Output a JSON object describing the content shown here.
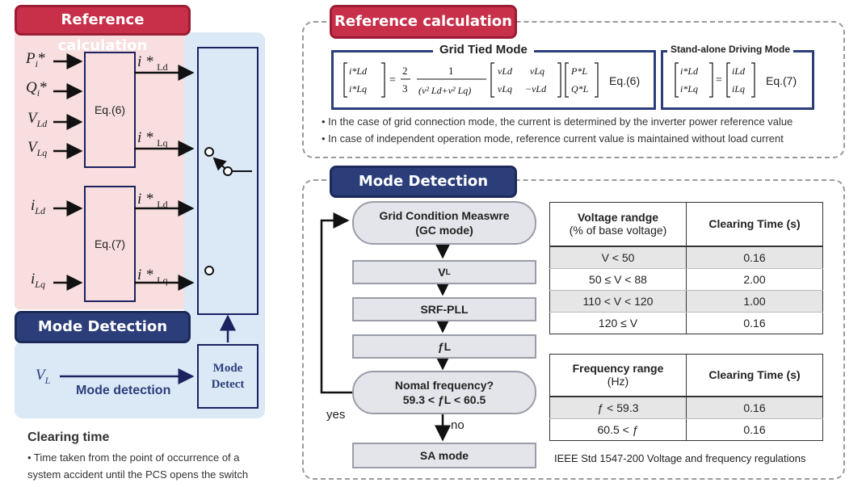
{
  "left": {
    "title": "Reference calculation",
    "eq6_label": "Eq.(6)",
    "eq7_label": "Eq.(7)",
    "in_p": "P",
    "in_p_sub": "i",
    "in_p_star": "*",
    "in_q": "Q",
    "in_q_sub": "i",
    "in_q_star": "*",
    "in_vld": "V",
    "in_vld_sub": "Ld",
    "in_vlq": "V",
    "in_vlq_sub": "Lq",
    "in_ild": "i",
    "in_ild_sub": "Ld",
    "in_ilq": "i",
    "in_ilq_sub": "Lq",
    "out1": "i * ",
    "out1_sub": "Ld",
    "out2": "i * ",
    "out2_sub": "Lq",
    "out3": "i * ",
    "out3_sub": "Ld",
    "out4": "i * ",
    "out4_sub": "Lq",
    "mode_title": "Mode Detection",
    "vl": "V",
    "vl_sub": "L",
    "mode_detection_text": "Mode detection",
    "mode_detect_box": "Mode\nDetect",
    "mode_line1": "Mode",
    "mode_line2": "Detect"
  },
  "clearing": {
    "title": "Clearing time",
    "text_line1": "• Time taken from the point of occurrence of a",
    "text_line2": "system accident until the PCS opens the switch"
  },
  "right_top": {
    "title": "Reference calculation",
    "grid_tied_label": "Grid Tied Mode",
    "standalone_label": "Stand-alone Driving Mode",
    "eq6": "Eq.(6)",
    "eq7": "Eq.(7)",
    "bullet1": "• In the case of grid connection mode, the current is determined by the inverter power reference value",
    "bullet2": "• In case of independent operation mode, reference current value is maintained without load current"
  },
  "right_bottom": {
    "title": "Mode Detection",
    "flow": {
      "gc_line1": "Grid Condition Measwre",
      "gc_line2": "(GC mode)",
      "vl": "V",
      "vl_sub": "L",
      "pll": "SRF-PLL",
      "fl": "ƒ",
      "fl_sub": "L",
      "nf_line1": "Nomal frequency?",
      "nf_line2": "59.3 < ƒL < 60.5",
      "yes": "yes",
      "no": "no",
      "sa": "SA mode"
    },
    "voltage_table": {
      "h1_line1": "Voltage randge",
      "h1_line2": "(% of base voltage)",
      "h2": "Clearing Time (s)",
      "rows": [
        [
          "V < 50",
          "0.16"
        ],
        [
          "50 ≤ V < 88",
          "2.00"
        ],
        [
          "110 < V < 120",
          "1.00"
        ],
        [
          "120 ≤ V",
          "0.16"
        ]
      ]
    },
    "frequency_table": {
      "h1_line1": "Frequency range",
      "h1_line2": "(Hz)",
      "h2": "Clearing Time (s)",
      "rows": [
        [
          "ƒ < 59.3",
          "0.16"
        ],
        [
          "60.5 < ƒ",
          "0.16"
        ]
      ]
    },
    "caption": "IEEE Std 1547-200 Voltage and frequency regulations"
  },
  "colors": {
    "red_pill": "#c8304a",
    "blue_pill": "#2c3e7a",
    "pink_bg": "#f8dede",
    "light_blue_bg": "#dbe8f6",
    "navy": "#1c2260"
  }
}
